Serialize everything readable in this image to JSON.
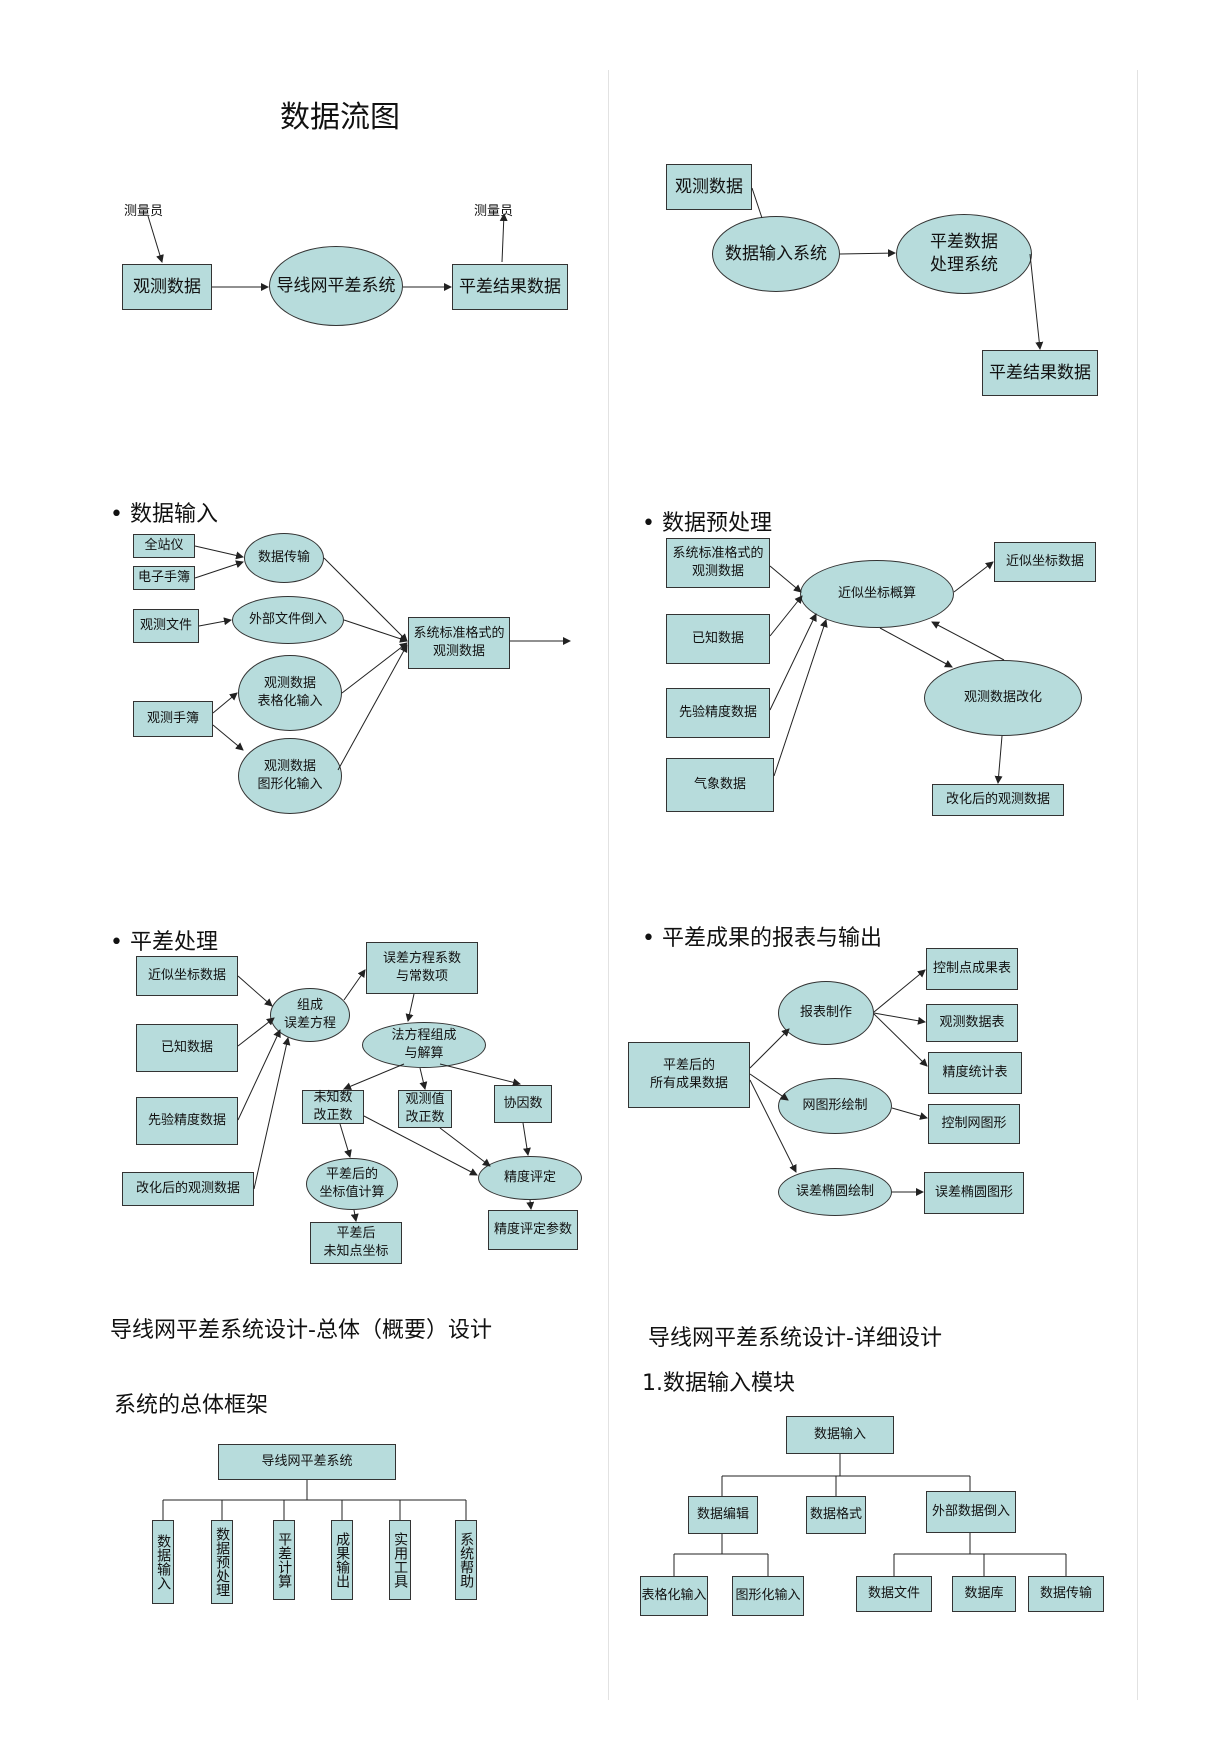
{
  "p1": {
    "title": "数据流图",
    "surveyor_left": "测量员",
    "surveyor_right": "测量员",
    "obs_data": "观测数据",
    "system": "导线网平差系统",
    "result": "平差结果数据"
  },
  "p2": {
    "obs_data": "观测数据",
    "input_system": "数据输入系统",
    "adj_system": "平差数据\n处理系统",
    "result": "平差结果数据"
  },
  "p3": {
    "bullet": "数据输入",
    "total_station": "全站仪",
    "e_book": "电子手簿",
    "data_transfer": "数据传输",
    "obs_file": "观测文件",
    "ext_import": "外部文件倒入",
    "obs_book": "观测手簿",
    "table_input": "观测数据\n表格化输入",
    "graphic_input": "观测数据\n图形化输入",
    "std_obs": "系统标准格式的\n观测数据"
  },
  "p4": {
    "bullet": "数据预处理",
    "std_obs": "系统标准格式的\n观测数据",
    "known": "已知数据",
    "prior": "先验精度数据",
    "weather": "气象数据",
    "approx_calc": "近似坐标概算",
    "approx_data": "近似坐标数据",
    "obs_reduction": "观测数据改化",
    "reduced_obs": "改化后的观测数据"
  },
  "p5": {
    "bullet": "平差处理",
    "approx": "近似坐标数据",
    "known": "已知数据",
    "prior": "先验精度数据",
    "reduced": "改化后的观测数据",
    "form_err": "组成\n误差方程",
    "err_coef": "误差方程系数\n与常数项",
    "normal_eq": "法方程组成\n与解算",
    "unknown_corr": "未知数\n改正数",
    "obs_corr": "观测值\n改正数",
    "cofactor": "协因数",
    "coord_calc": "平差后的\n坐标值计算",
    "accuracy_eval": "精度评定",
    "adj_coord": "平差后\n未知点坐标",
    "accuracy_params": "精度评定参数"
  },
  "p6": {
    "bullet": "平差成果的报表与输出",
    "all_results": "平差后的\n所有成果数据",
    "report_make": "报表制作",
    "net_draw": "网图形绘制",
    "ellipse_draw": "误差椭圆绘制",
    "ctrl_table": "控制点成果表",
    "obs_table": "观测数据表",
    "acc_table": "精度统计表",
    "ctrl_graph": "控制网图形",
    "ellipse_graph": "误差椭圆图形"
  },
  "p7": {
    "heading": "导线网平差系统设计-总体（概要）设计",
    "subheading": "系统的总体框架",
    "root": "导线网平差系统",
    "children": [
      "数据输入",
      "数据预处理",
      "平差计算",
      "成果输出",
      "实用工具",
      "系统帮助"
    ]
  },
  "p8": {
    "heading": "导线网平差系统设计-详细设计",
    "subheading": "1.数据输入模块",
    "root": "数据输入",
    "edit": "数据编辑",
    "format": "数据格式",
    "ext_import": "外部数据倒入",
    "table_input": "表格化输入",
    "graphic_input": "图形化输入",
    "data_file": "数据文件",
    "database": "数据库",
    "data_transfer": "数据传输"
  },
  "colors": {
    "node_fill": "#b7dcdc",
    "stroke": "#333333"
  }
}
